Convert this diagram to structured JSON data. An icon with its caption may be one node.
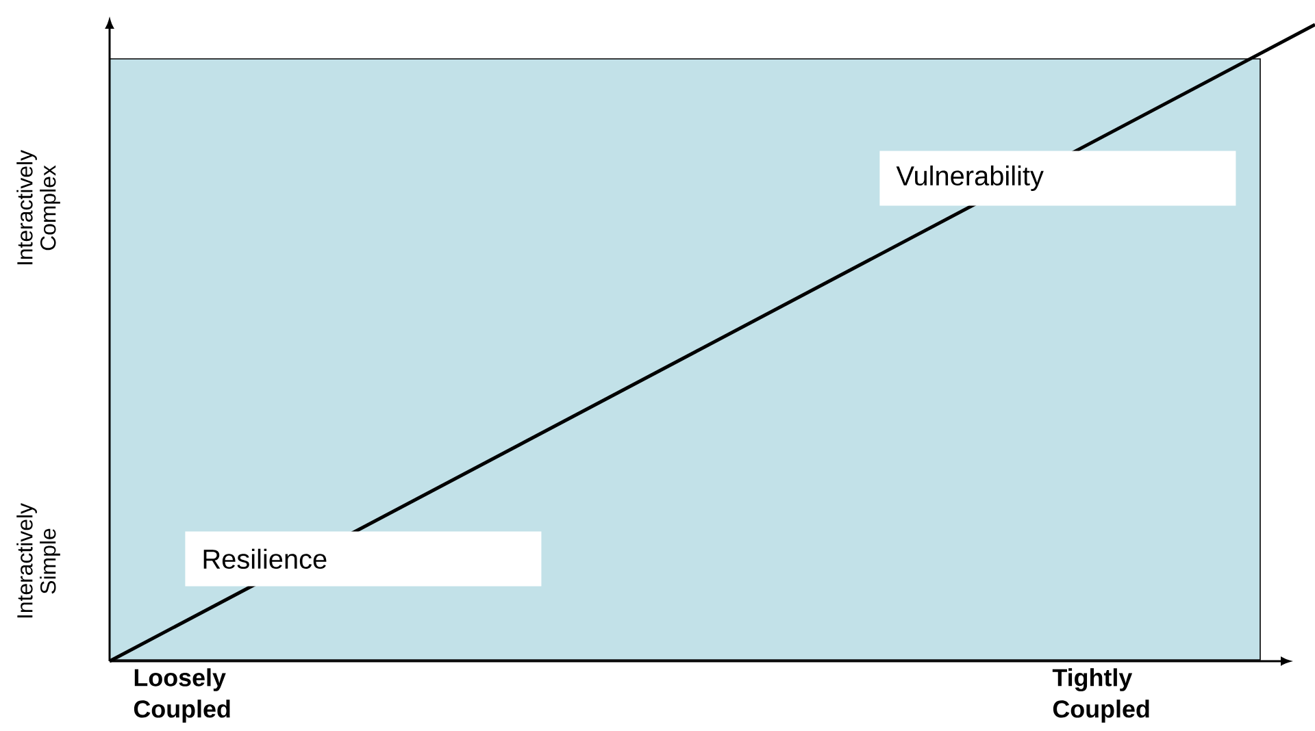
{
  "diagram": {
    "nodes": [
      {
        "text": [
          "Vulnerability"
        ]
      },
      {
        "text": [
          "Resilience"
        ]
      }
    ],
    "labels": [
      "Interactively Complex",
      "Interactively Simple",
      "Loosely Coupled",
      "Tightly Coupled"
    ]
  }
}
